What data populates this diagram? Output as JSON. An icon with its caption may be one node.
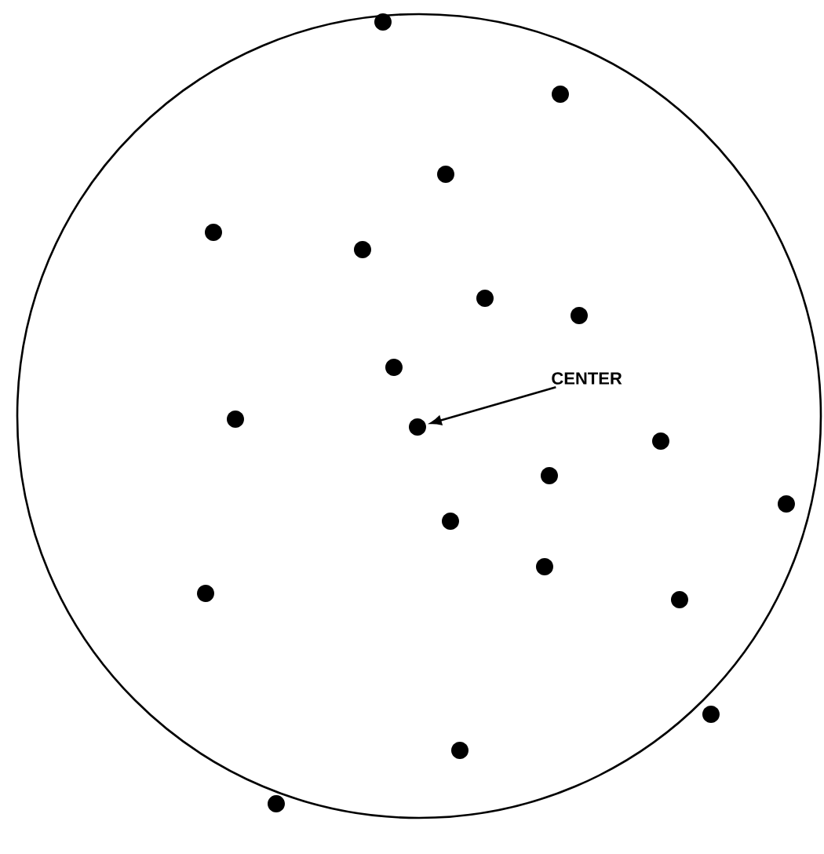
{
  "diagram": {
    "nodes": [
      {
        "text": [],
        "shape": "circle"
      },
      {
        "text": [
          "CENTER"
        ],
        "in": 0
      },
      {
        "text": [],
        "shape": "circle",
        "in": 0
      },
      {
        "text": [],
        "shape": "circle",
        "in": 0
      },
      {
        "text": [],
        "shape": "circle",
        "in": 0
      },
      {
        "text": [],
        "shape": "circle",
        "in": 0
      },
      {
        "text": [],
        "shape": "circle",
        "in": 0
      },
      {
        "text": [],
        "shape": "circle",
        "in": 0
      },
      {
        "text": [],
        "shape": "circle",
        "in": 0
      },
      {
        "text": [],
        "shape": "circle",
        "in": 0
      },
      {
        "text": [],
        "shape": "circle",
        "in": 0
      },
      {
        "text": [],
        "shape": "circle",
        "in": 0
      },
      {
        "text": [],
        "shape": "circle",
        "in": 0
      },
      {
        "text": [],
        "shape": "circle",
        "in": 0
      },
      {
        "text": [],
        "shape": "circle",
        "in": 0
      },
      {
        "text": [],
        "shape": "circle",
        "in": 0
      },
      {
        "text": [],
        "shape": "circle",
        "in": 0
      },
      {
        "text": [],
        "shape": "circle",
        "in": 0
      },
      {
        "text": [],
        "shape": "circle",
        "in": 0
      },
      {
        "text": [],
        "shape": "circle",
        "in": 0
      },
      {
        "text": [],
        "shape": "circle",
        "in": 0
      },
      {
        "text": [],
        "shape": "circle",
        "in": 0
      }
    ],
    "edges": [
      {
        "from": 1,
        "to": 11,
        "arrow": "to"
      }
    ]
  }
}
